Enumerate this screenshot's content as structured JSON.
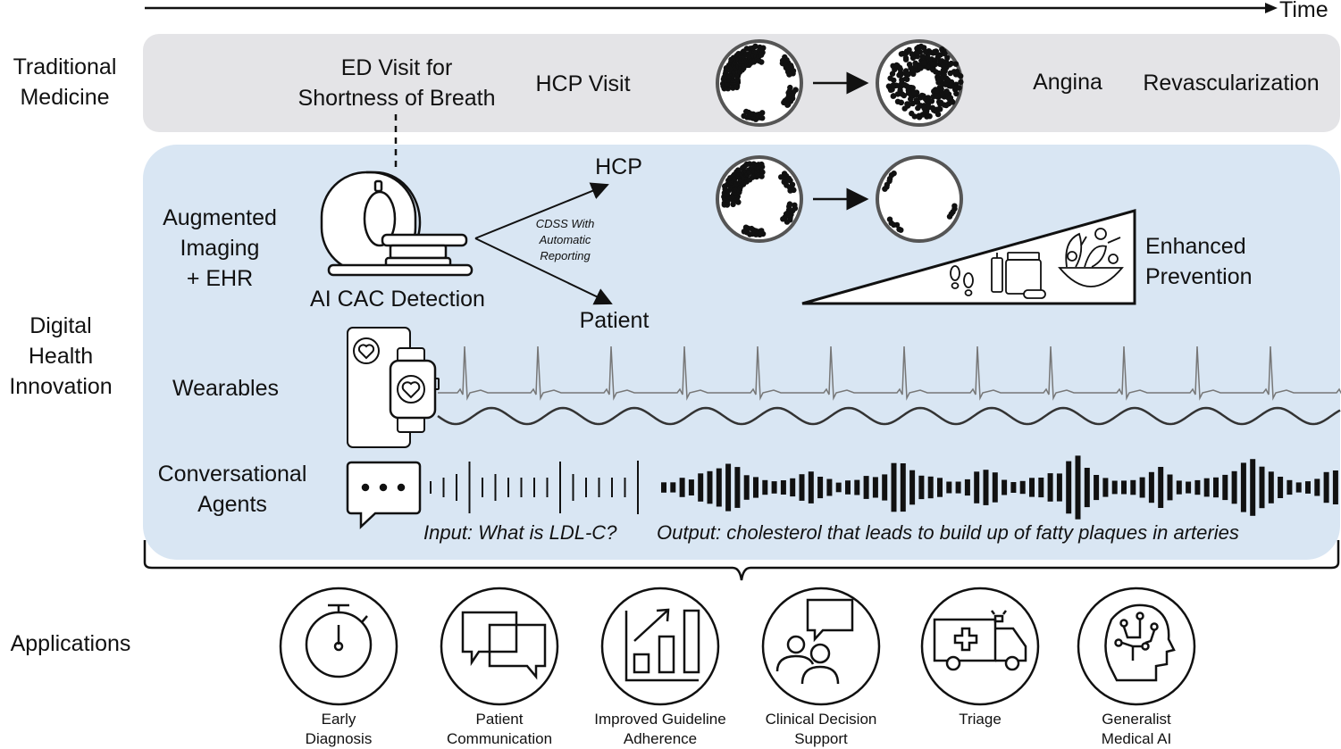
{
  "time_axis": {
    "label": "Time"
  },
  "rows": {
    "traditional": {
      "label": [
        "Traditional",
        "Medicine"
      ],
      "events": {
        "ed_visit": [
          "ED Visit for",
          "Shortness of Breath"
        ],
        "hcp_visit": "HCP Visit",
        "angina": "Angina",
        "revascularization": "Revascularization"
      }
    },
    "digital": {
      "label": [
        "Digital",
        "Health",
        "Innovation"
      ],
      "augmented": {
        "label": [
          "Augmented",
          "Imaging",
          "+ EHR"
        ],
        "detection": "AI CAC Detection",
        "cdss": [
          "CDSS With",
          "Automatic",
          "Reporting"
        ],
        "hcp": "HCP",
        "patient": "Patient",
        "prevention": [
          "Enhanced",
          "Prevention"
        ]
      },
      "wearables": {
        "label": "Wearables"
      },
      "conversational": {
        "label": [
          "Conversational",
          "Agents"
        ],
        "input": "Input: What is LDL-C?",
        "output": "Output: cholesterol that leads to build up of fatty plaques in arteries"
      }
    }
  },
  "applications": {
    "label": "Applications",
    "items": [
      {
        "name": [
          "Early",
          "Diagnosis"
        ],
        "icon": "stopwatch-icon"
      },
      {
        "name": [
          "Patient",
          "Communication"
        ],
        "icon": "chat-bubbles-icon"
      },
      {
        "name": [
          "Improved Guideline",
          "Adherence"
        ],
        "icon": "bar-chart-icon"
      },
      {
        "name": [
          "Clinical Decision",
          "Support"
        ],
        "icon": "consultation-icon"
      },
      {
        "name": [
          "Triage"
        ],
        "icon": "ambulance-icon"
      },
      {
        "name": [
          "Generalist",
          "Medical AI"
        ],
        "icon": "ai-head-icon"
      }
    ]
  },
  "colors": {
    "traditional_band": "#e4e4e7",
    "digital_band": "#d9e6f3",
    "ink": "#111111",
    "vessel_ring": "#555555"
  }
}
